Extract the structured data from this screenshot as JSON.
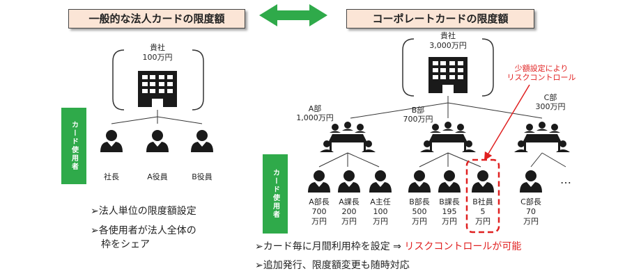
{
  "left": {
    "header": "一般的な法人カードの限度額",
    "company": {
      "name": "貴社",
      "limit": "100万円"
    },
    "side_label": "カード使用者",
    "users": [
      "社長",
      "A役員",
      "B役員"
    ],
    "bullets": [
      "➢法人単位の限度額設定",
      "➢各使用者が法人全体の",
      "枠をシェア"
    ]
  },
  "right": {
    "header": "コーポレートカードの限度額",
    "company": {
      "name": "貴社",
      "limit": "3,000万円"
    },
    "callout": [
      "少額設定により",
      "リスクコントロール"
    ],
    "departments": [
      {
        "name": "A部",
        "limit": "1,000万円"
      },
      {
        "name": "B部",
        "limit": "700万円"
      },
      {
        "name": "C部",
        "limit": "300万円"
      }
    ],
    "side_label": "カード使用者",
    "users": [
      {
        "title": "A部長",
        "amount": "700",
        "unit": "万円"
      },
      {
        "title": "A課長",
        "amount": "200",
        "unit": "万円"
      },
      {
        "title": "A主任",
        "amount": "100",
        "unit": "万円"
      },
      {
        "title": "B部長",
        "amount": "500",
        "unit": "万円"
      },
      {
        "title": "B課長",
        "amount": "195",
        "unit": "万円"
      },
      {
        "title": "B社員",
        "amount": "5",
        "unit": "万円"
      },
      {
        "title": "C部長",
        "amount": "70",
        "unit": "万円"
      }
    ],
    "ellipsis": "…",
    "bullet1_prefix": "➢カード毎に月間利用枠を設定 ⇒ ",
    "bullet1_highlight": "リスクコントロールが可能",
    "bullet2": "➢追加発行、限度額変更も随時対応"
  },
  "colors": {
    "arrow": "#2faa4a",
    "label_green": "#2faa4a",
    "header_bg": "#fbe5d6",
    "highlight": "#e02020",
    "icon": "#1a1a1a"
  }
}
